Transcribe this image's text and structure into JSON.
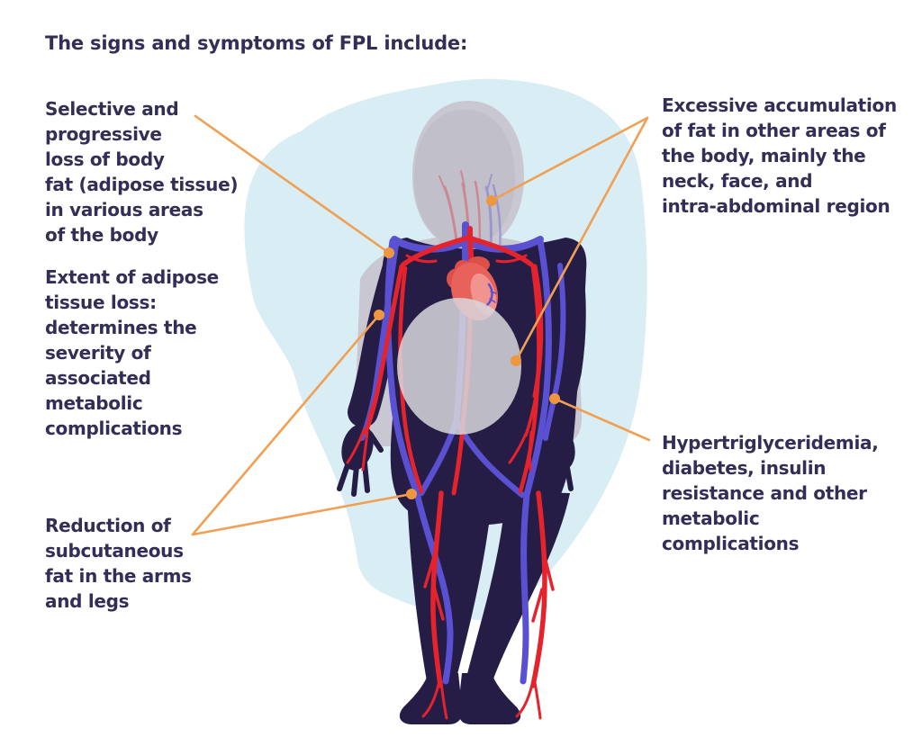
{
  "title": "The signs and symptoms of FPL include:",
  "annotations": {
    "selective_loss": {
      "text": "Selective and\nprogressive\nloss of body\nfat (adipose tissue)\nin various areas\nof the body"
    },
    "extent_of_loss": {
      "text": "Extent of adipose\ntissue loss:\ndetermines the\nseverity of\nassociated\nmetabolic\ncomplications"
    },
    "reduction_fat": {
      "text": "Reduction of\nsubcutaneous\nfat in the arms\nand legs"
    },
    "excessive_accumulation": {
      "text": "Excessive accumulation\nof fat in other areas of\nthe body, mainly the\nneck, face, and\nintra-abdominal region"
    },
    "metabolic_complications": {
      "text": "Hypertriglyceridemia,\ndiabetes, insulin\nresistance and other\nmetabolic\ncomplications"
    }
  },
  "illustration": {
    "description": "Front-facing human body with vascular system (arteries and veins), heart, gray head-and-shoulders silhouette and translucent abdominal region, on a light blue organic blob",
    "marked_regions": [
      "left-shoulder",
      "neck-face",
      "abdomen",
      "left-forearm",
      "left-thigh",
      "right-wrist"
    ]
  },
  "colors": {
    "text": "#332E56",
    "leader_line": "#F0A054",
    "leader_dot": "#EE9741",
    "body": "#251D45",
    "artery_red": "#E4232C",
    "vein_blue": "#5A50D2",
    "heart": "#E8615A",
    "background_blob": "#D9EDF4",
    "silhouette_gray": "#C9C8D2",
    "head_gray": "#C0BFCA",
    "abdomen_overlay": "#D8D7DC",
    "page_background": "#FFFFFF"
  }
}
